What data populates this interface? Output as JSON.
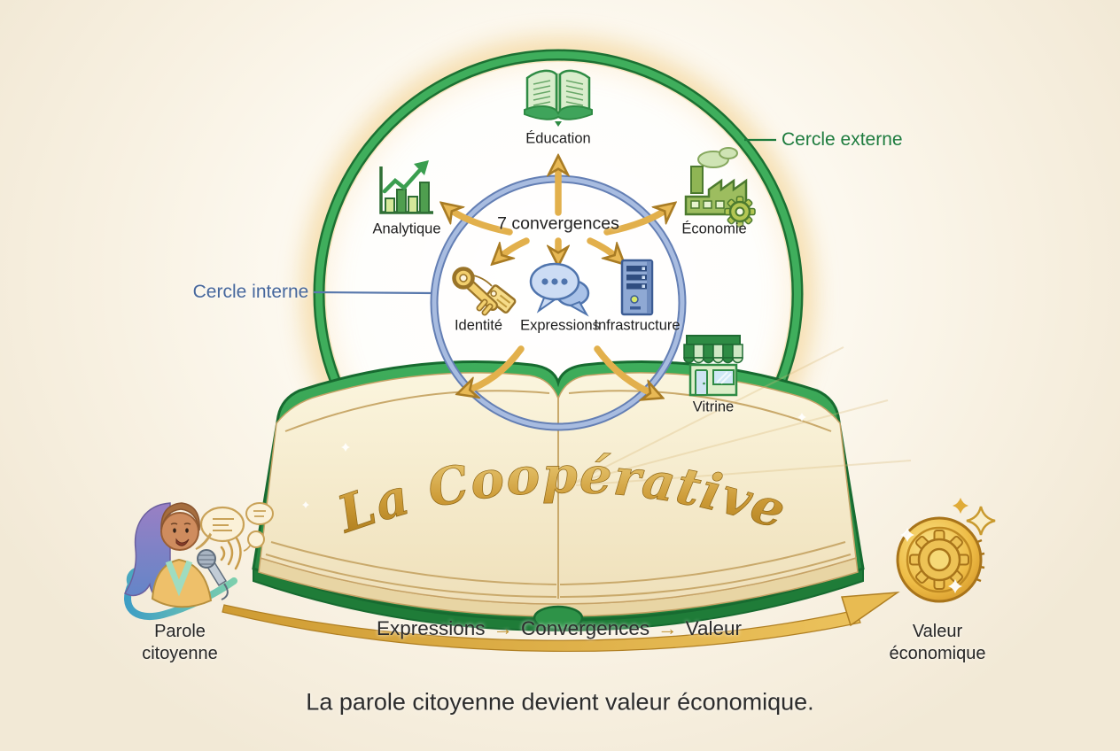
{
  "colors": {
    "outer_circle_green": "#2f9a4c",
    "inner_circle_blue": "#8ea8d4",
    "arrow_gold": "#e2b04c",
    "outer_label_green": "#1e7b3c",
    "inner_label_blue": "#46679c",
    "book_title_gold": "#c89432",
    "background_cream": "#f8f1e2",
    "text_dark": "#2d2d2d"
  },
  "diagram": {
    "outer_circle_label": "Cercle externe",
    "inner_circle_label": "Cercle interne",
    "center_label": "7 convergences",
    "nodes": {
      "education": "Éducation",
      "analytique": "Analytique",
      "economie": "Économie",
      "identite": "Identité",
      "expressions": "Expressions",
      "infrastructure": "Infrastructure",
      "vitrine": "Vitrine"
    }
  },
  "icons": {
    "education": "open-book-icon",
    "analytique": "bar-chart-growth-icon",
    "economie": "factory-gear-icon",
    "identite": "key-tag-icon",
    "expressions": "speech-bubbles-icon",
    "infrastructure": "server-tower-icon",
    "vitrine": "storefront-icon",
    "left_figure": "woman-with-microphone-icon",
    "right_figure": "gold-coin-gear-icon"
  },
  "book": {
    "title": "La Coopérative"
  },
  "flow": {
    "source_label_line1": "Parole",
    "source_label_line2": "citoyenne",
    "target_label_line1": "Valeur",
    "target_label_line2": "économique",
    "step1": "Expressions",
    "step2": "Convergences",
    "step3": "Valeur",
    "arrow": "→"
  },
  "caption": {
    "text": "La parole citoyenne devient valeur économique."
  }
}
